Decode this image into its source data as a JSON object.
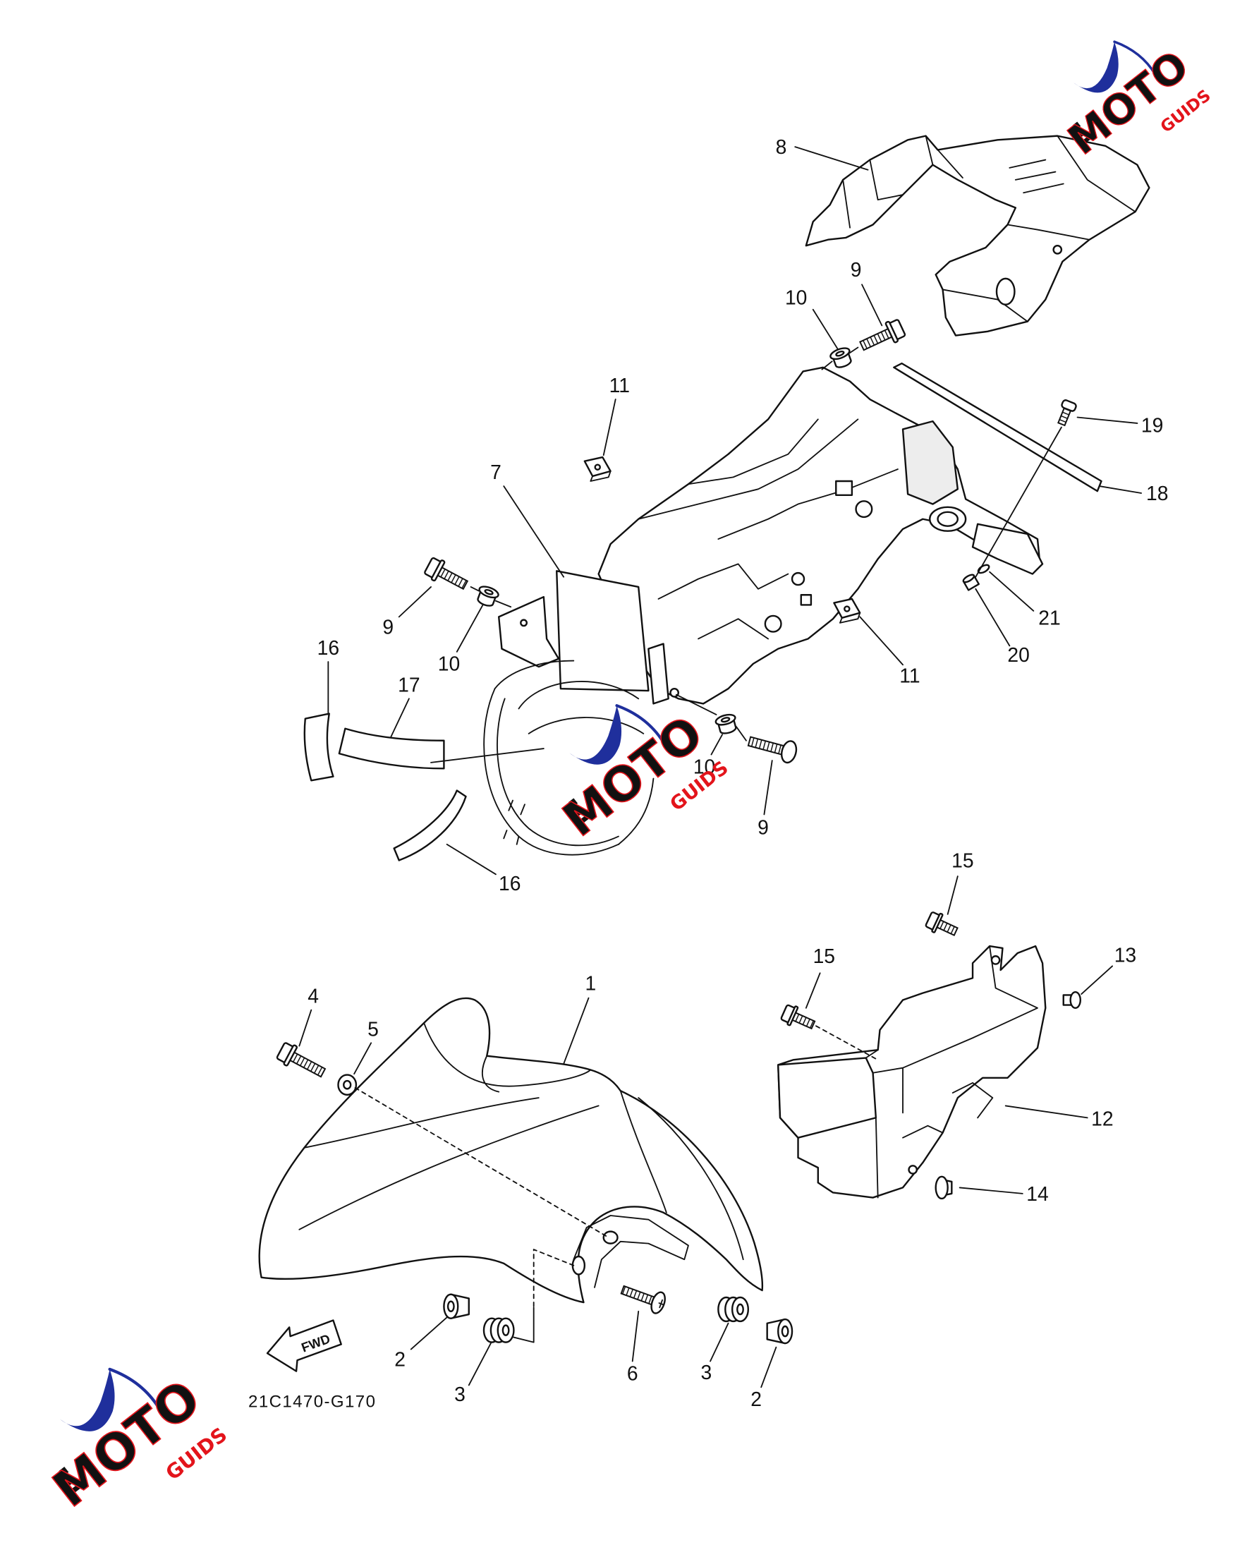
{
  "diagram": {
    "callouts": [
      "8",
      "9",
      "10",
      "11",
      "19",
      "18",
      "7",
      "9",
      "10",
      "16",
      "17",
      "21",
      "20",
      "11",
      "10",
      "9",
      "16",
      "15",
      "15",
      "13",
      "4",
      "5",
      "1",
      "12",
      "14",
      "2",
      "3",
      "6",
      "3",
      "2"
    ],
    "code": "21C1470-G170",
    "fwd": "FWD"
  },
  "watermark": {
    "word": "MOTO",
    "suffix": "GUIDS"
  },
  "colors": {
    "line": "#111111",
    "logo_blue": "#1f2f9c",
    "logo_red": "#e3141b"
  }
}
